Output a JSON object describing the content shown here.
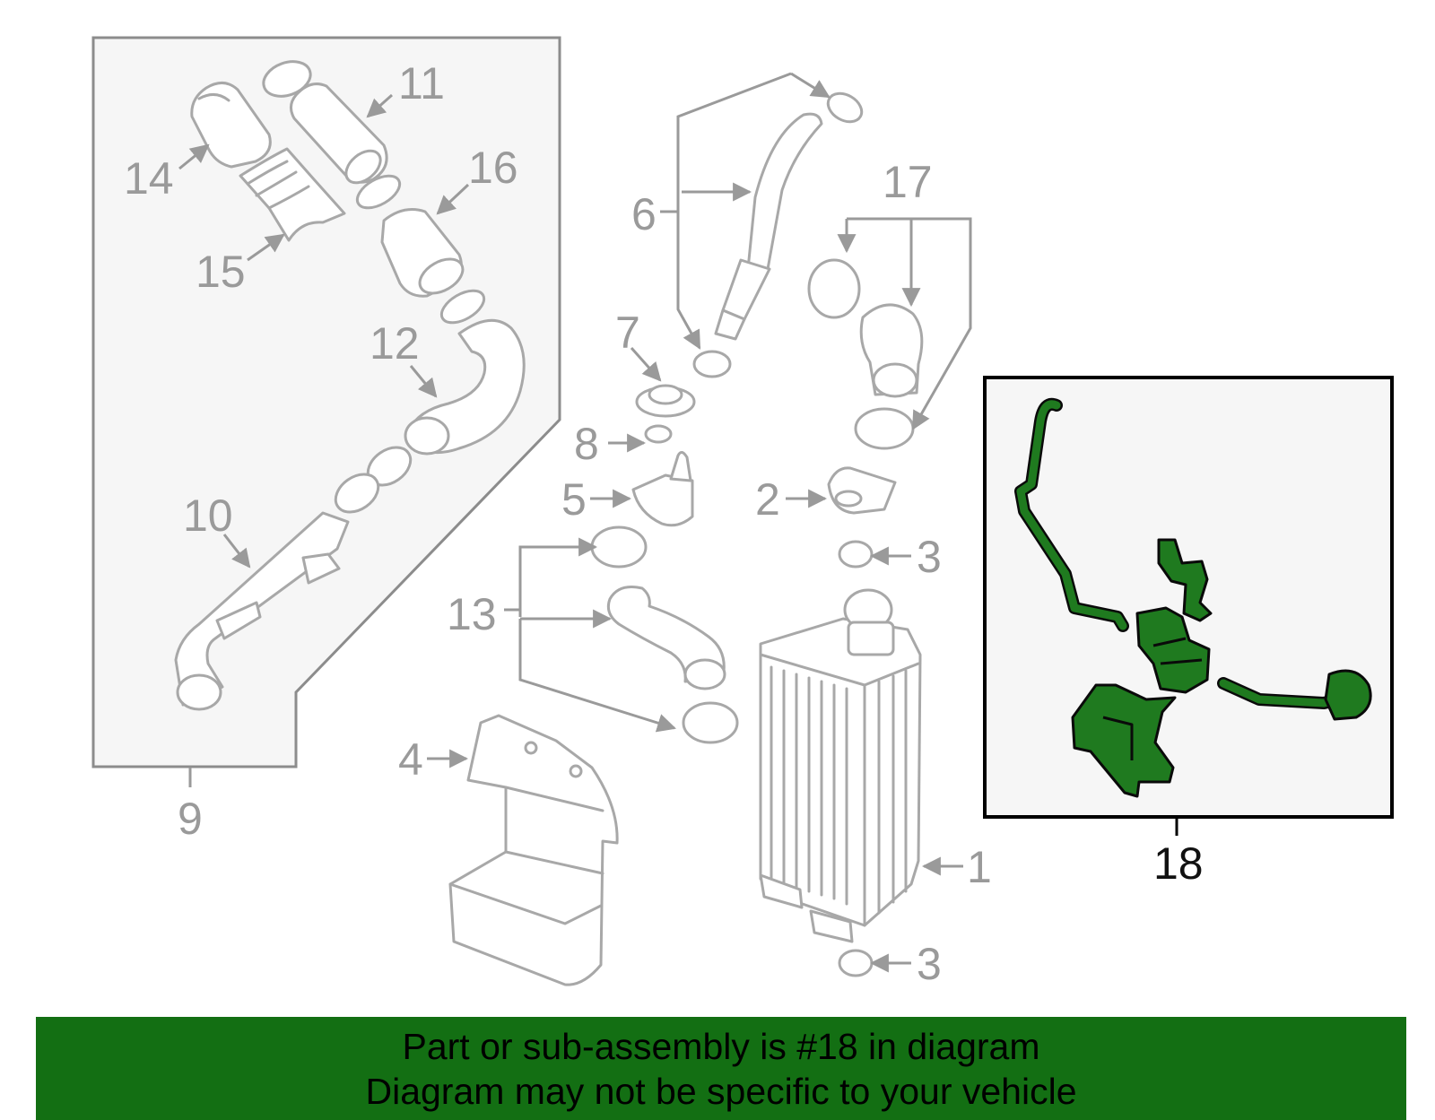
{
  "callouts": {
    "c1": "1",
    "c2": "2",
    "c3a": "3",
    "c3b": "3",
    "c4": "4",
    "c5": "5",
    "c6": "6",
    "c7": "7",
    "c8": "8",
    "c9": "9",
    "c10": "10",
    "c11": "11",
    "c12": "12",
    "c13": "13",
    "c14": "14",
    "c15": "15",
    "c16": "16",
    "c17": "17",
    "c18": "18"
  },
  "banner": {
    "line1": "Part or sub-assembly is #18 in diagram",
    "line2": "Diagram may not be specific to your vehicle"
  },
  "colors": {
    "banner_bg": "#136f13",
    "highlight_part": "#1f7a1f",
    "line_art": "#a8a8a8"
  }
}
